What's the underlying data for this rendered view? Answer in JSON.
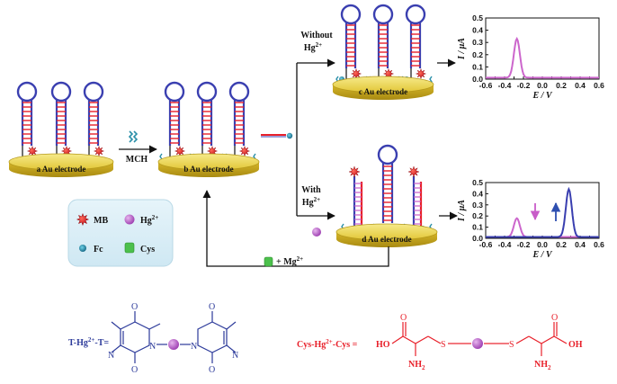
{
  "electrodes": {
    "a": "a   Au electrode",
    "b": "b   Au electrode",
    "c": "c   Au electrode",
    "d": "d   Au electrode"
  },
  "steps": {
    "mch": "MCH",
    "without_line1": "Without",
    "without_line2": "Hg",
    "with_line1": "With",
    "with_line2": "Hg",
    "hg_charge": "2+",
    "mg_label": "+ Mg",
    "mg_charge": "2+"
  },
  "legend": {
    "mb": "MB",
    "hg": "Hg",
    "hg_charge": "2+",
    "fc": "Fc",
    "cys": "Cys"
  },
  "chart_data": [
    {
      "type": "line",
      "xlabel": "E / V",
      "ylabel": "I / μA",
      "x_ticks": [
        "-0.6",
        "-0.5",
        "-0.4",
        "-0.3",
        "-0.2",
        "-0.1",
        "0.0",
        "0.1",
        "0.2",
        "0.3",
        "0.4",
        "0.5",
        "0.6"
      ],
      "y_ticks": [
        "0.0",
        "0.1",
        "0.2",
        "0.3",
        "0.4",
        "0.5"
      ],
      "xlim": [
        -0.6,
        0.6
      ],
      "ylim": [
        0.0,
        0.5
      ],
      "series": [
        {
          "color": "#cc66cc",
          "peak_x": -0.27,
          "peak_y": 0.33
        }
      ]
    },
    {
      "type": "line",
      "xlabel": "E / V",
      "ylabel": "I / μA",
      "x_ticks": [
        "-0.6",
        "-0.5",
        "-0.4",
        "-0.3",
        "-0.2",
        "-0.1",
        "0.0",
        "0.1",
        "0.2",
        "0.3",
        "0.4",
        "0.5",
        "0.6"
      ],
      "y_ticks": [
        "0.0",
        "0.1",
        "0.2",
        "0.3",
        "0.4",
        "0.5"
      ],
      "xlim": [
        -0.6,
        0.6
      ],
      "ylim": [
        0.0,
        0.5
      ],
      "series": [
        {
          "color": "#cc66cc",
          "peak_x": -0.27,
          "peak_y": 0.18
        },
        {
          "color": "#3a3fb0",
          "peak_x": 0.28,
          "peak_y": 0.44
        }
      ]
    }
  ],
  "formulas": {
    "thg_prefix": "T-Hg",
    "thg_charge": "2+",
    "thg_suffix": "-T=",
    "cys_prefix": "Cys-Hg",
    "cys_charge": "2+",
    "cys_suffix": "-Cys =",
    "ho": "HO",
    "oh": "OH",
    "nh2": "NH",
    "s": "S",
    "n": "N",
    "o": "O"
  },
  "colors": {
    "accent_blue": "#2c3a9a",
    "accent_red": "#e8202a",
    "mb_red": "#d8202a",
    "hg_purple": "#b452c8",
    "fc_teal": "#2a8fa8",
    "cys_green": "#4cc04c",
    "electrode_gold": "#e8d24a"
  }
}
